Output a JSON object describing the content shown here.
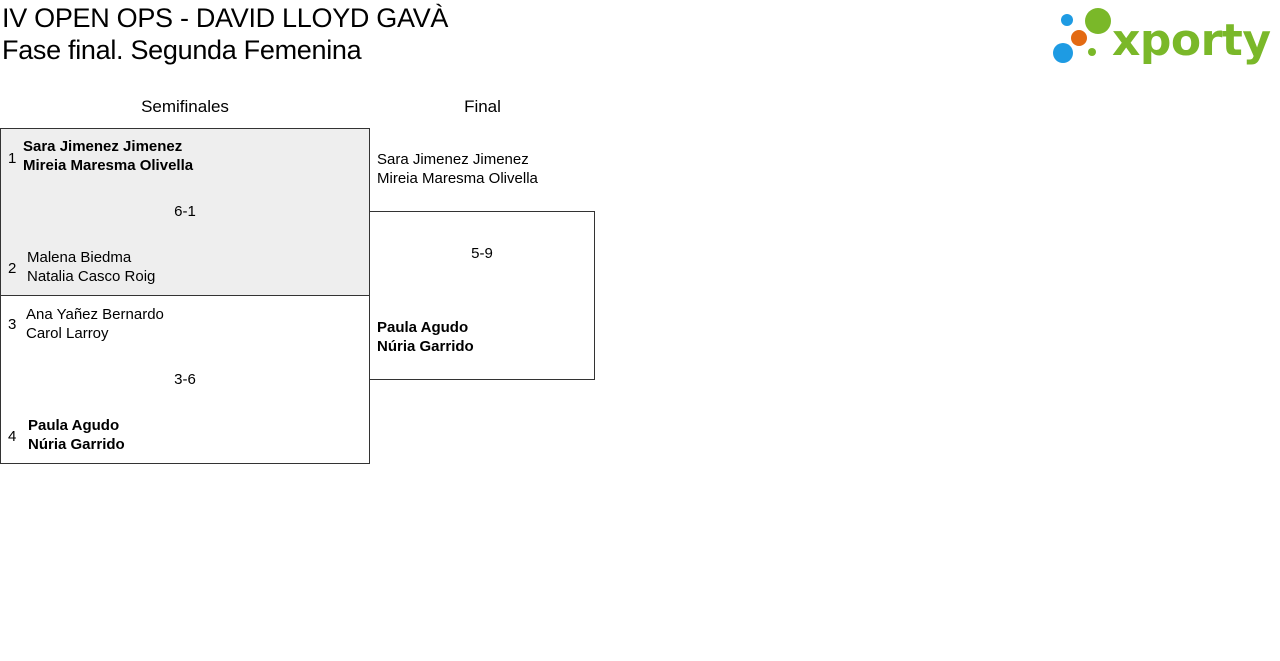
{
  "header": {
    "title_line1": "IV OPEN OPS - DAVID LLOYD GAVÀ",
    "title_line2": "Fase final. Segunda Femenina"
  },
  "logo": {
    "wordmark": "xporty",
    "colors": {
      "green": "#7ab829",
      "blue": "#1e9be3",
      "orange": "#e36a12"
    }
  },
  "columns": {
    "semifinals": "Semifinales",
    "final": "Final"
  },
  "semifinals": [
    {
      "score": "6-1",
      "top": {
        "seed": "1",
        "player1": "Sara Jimenez Jimenez",
        "player2": "Mireia Maresma Olivella",
        "winner": true
      },
      "bottom": {
        "seed": "2",
        "player1": "Malena Biedma",
        "player2": "Natalia Casco Roig",
        "winner": false
      }
    },
    {
      "score": "3-6",
      "top": {
        "seed": "3",
        "player1": "Ana Yañez Bernardo",
        "player2": "Carol Larroy",
        "winner": false
      },
      "bottom": {
        "seed": "4",
        "player1": "Paula Agudo",
        "player2": "Núria Garrido",
        "winner": true
      }
    }
  ],
  "final": {
    "score": "5-9",
    "top": {
      "player1": "Sara Jimenez Jimenez",
      "player2": "Mireia Maresma Olivella",
      "winner": false
    },
    "bottom": {
      "player1": "Paula Agudo",
      "player2": "Núria Garrido",
      "winner": true
    }
  },
  "colors": {
    "shaded_match": "#eeeeee",
    "border": "#333333"
  }
}
